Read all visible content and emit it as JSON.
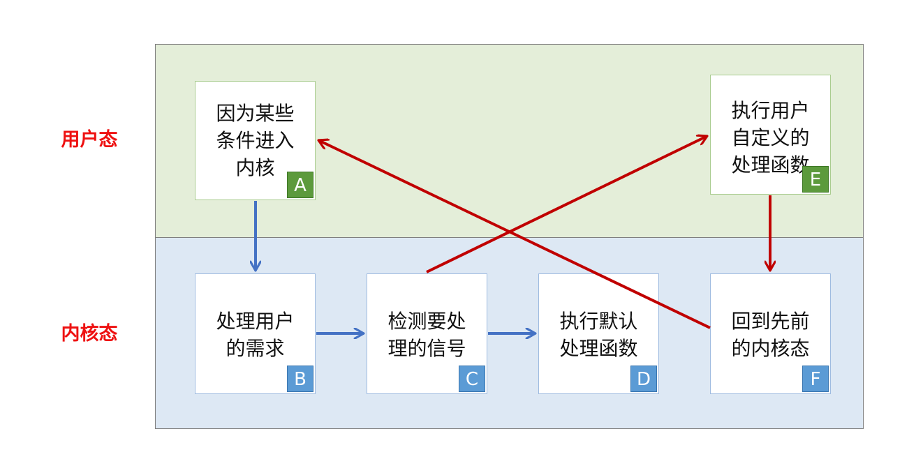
{
  "colors": {
    "user_zone_bg": "#e4eed9",
    "kernel_zone_bg": "#dde8f4",
    "label_text": "#ee1111",
    "user_box_border": "#a9cc8f",
    "kernel_box_border": "#9ebbe0",
    "user_tag_bg": "#5c9a3c",
    "user_tag_border": "#3f7826",
    "kernel_tag_bg": "#5b9bd5",
    "kernel_tag_border": "#3a76b0",
    "blue_arrow": "#4472c4",
    "red_arrow": "#c00000"
  },
  "zones": {
    "user_label": "用户态",
    "kernel_label": "内核态"
  },
  "boxes": {
    "A": {
      "text": "因为某些\n条件进入\n内核",
      "tag": "A"
    },
    "B": {
      "text": "处理用户\n的需求",
      "tag": "B"
    },
    "C": {
      "text": "检测要处\n理的信号",
      "tag": "C"
    },
    "D": {
      "text": "执行默认\n处理函数",
      "tag": "D"
    },
    "E": {
      "text": "执行用户\n自定义的\n处理函数",
      "tag": "E"
    },
    "F": {
      "text": "回到先前\n的内核态",
      "tag": "F"
    }
  },
  "arrows": [
    {
      "from": "A",
      "to": "B",
      "color": "blue"
    },
    {
      "from": "B",
      "to": "C",
      "color": "blue"
    },
    {
      "from": "C",
      "to": "D",
      "color": "blue"
    },
    {
      "from": "C",
      "to": "E",
      "color": "red"
    },
    {
      "from": "E",
      "to": "F",
      "color": "red"
    },
    {
      "from": "F",
      "to": "A",
      "color": "red"
    }
  ]
}
